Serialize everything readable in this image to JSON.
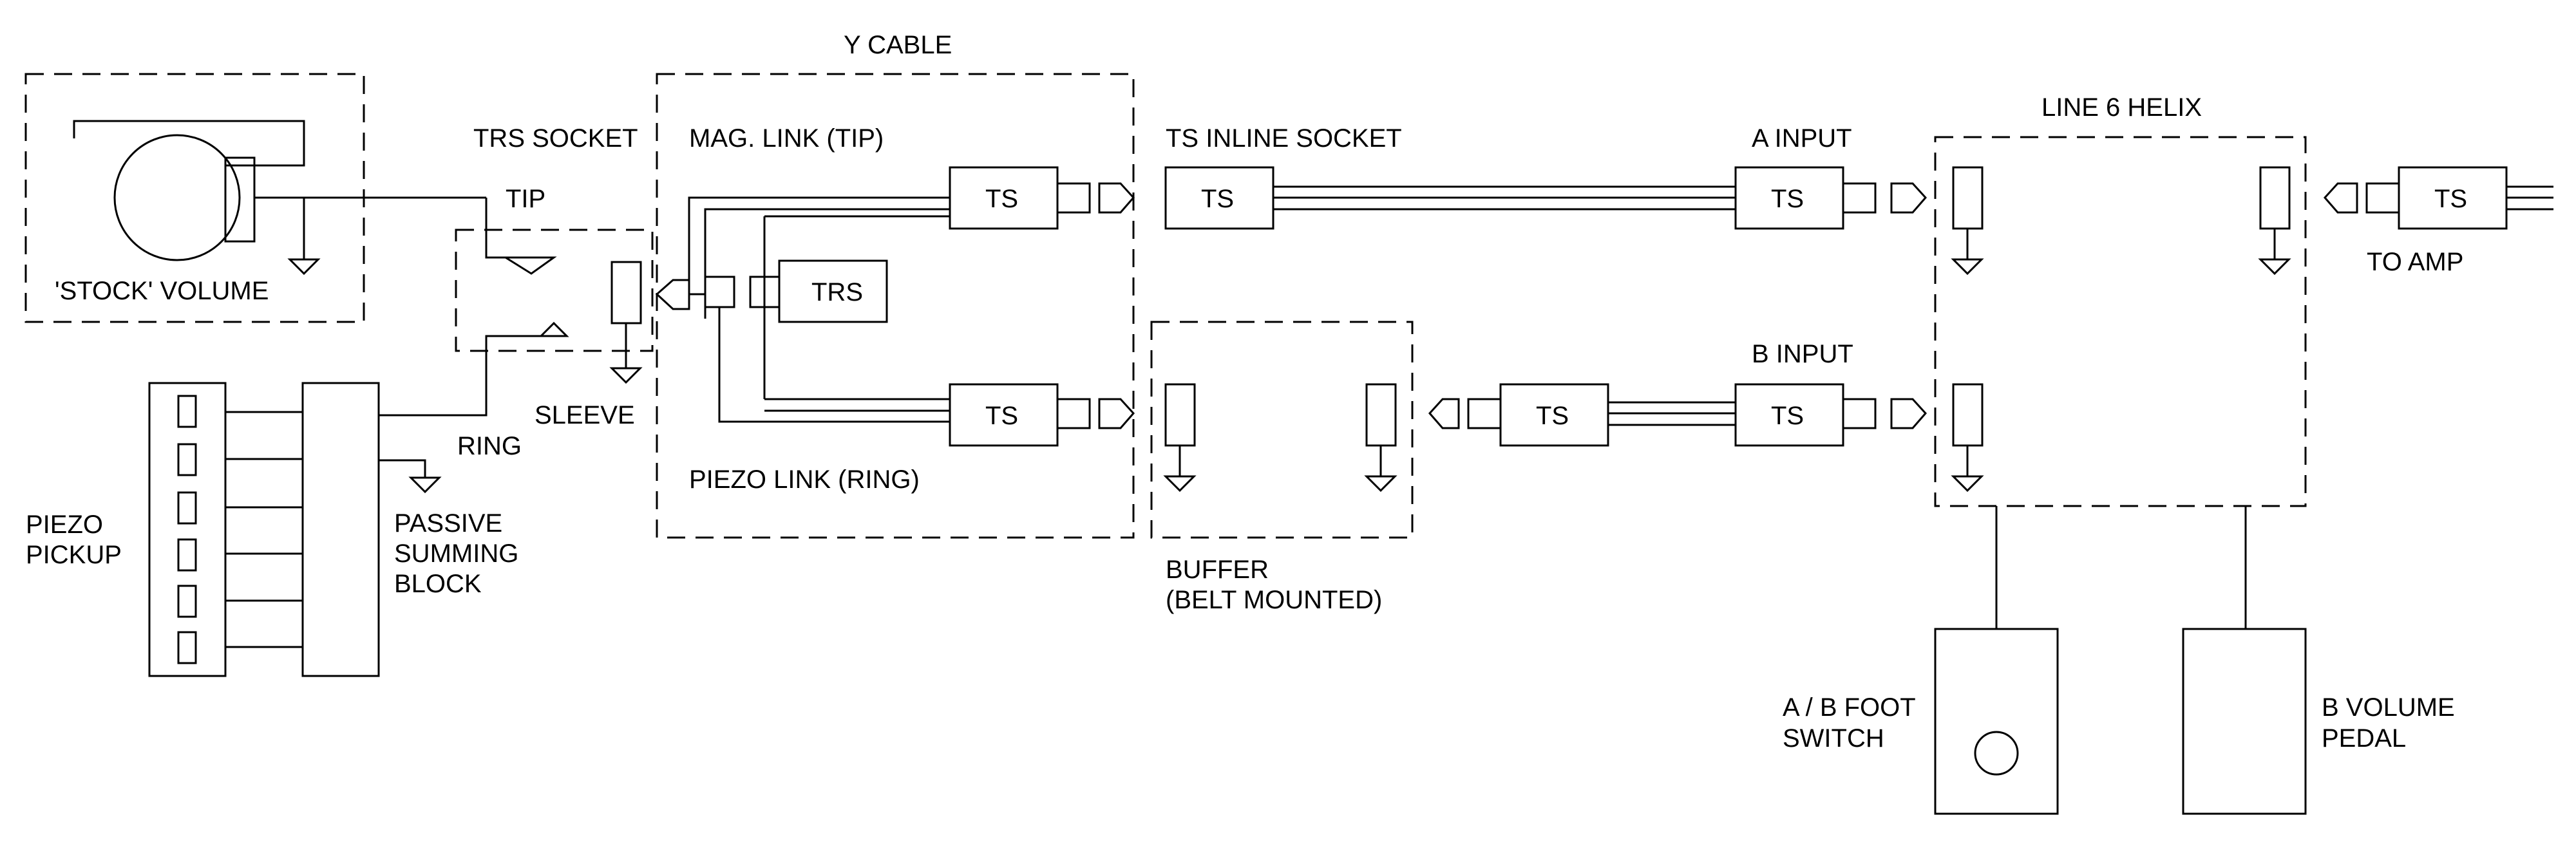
{
  "labels": {
    "stock_volume": "'STOCK' VOLUME",
    "trs_socket": "TRS SOCKET",
    "tip": "TIP",
    "sleeve": "SLEEVE",
    "ring": "RING",
    "piezo_pickup_1": "PIEZO",
    "piezo_pickup_2": "PICKUP",
    "summing_1": "PASSIVE",
    "summing_2": "SUMMING",
    "summing_3": "BLOCK",
    "y_cable": "Y CABLE",
    "mag_link": "MAG. LINK (TIP)",
    "piezo_link": "PIEZO LINK (RING)",
    "ts_inline_socket": "TS INLINE SOCKET",
    "buffer_1": "BUFFER",
    "buffer_2": "(BELT MOUNTED)",
    "a_input": "A INPUT",
    "b_input": "B INPUT",
    "line6_helix": "LINE 6 HELIX",
    "to_amp": "TO AMP",
    "footswitch_1": "A / B FOOT",
    "footswitch_2": "SWITCH",
    "volume_pedal_1": "B VOLUME",
    "volume_pedal_2": "PEDAL"
  },
  "connectors": {
    "ts": "TS",
    "trs": "TRS"
  }
}
